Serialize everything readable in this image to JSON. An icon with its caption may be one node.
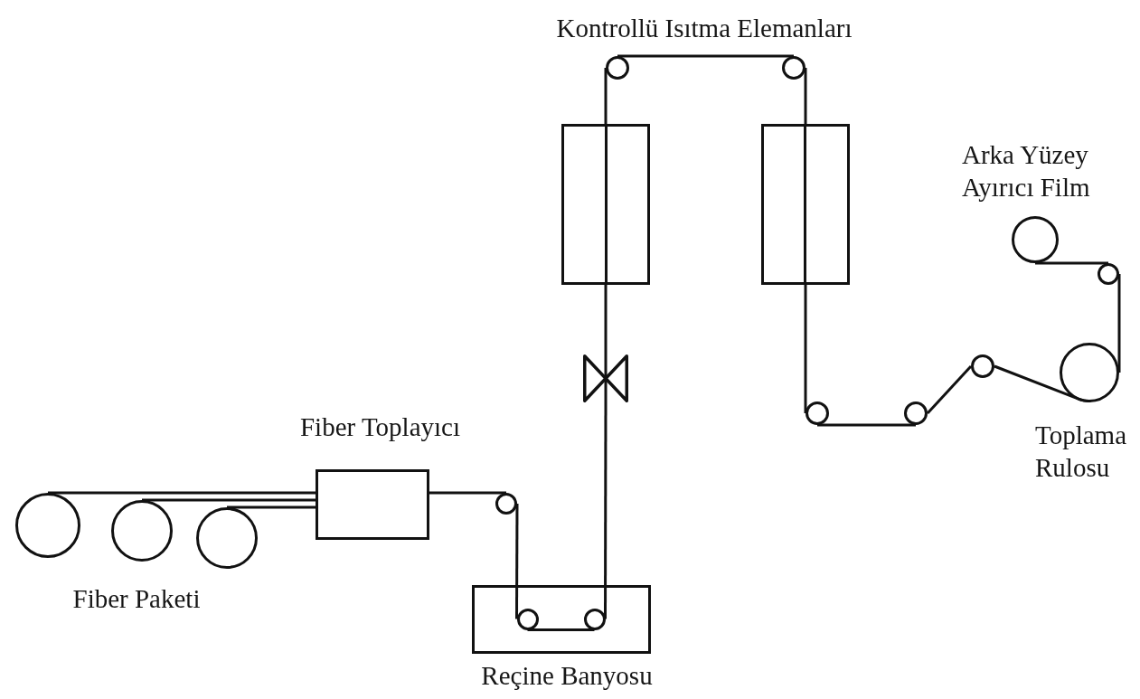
{
  "diagram": {
    "nodes": [
      {
        "text": [],
        "shape": "circle"
      },
      {
        "text": [],
        "shape": "circle"
      },
      {
        "text": [],
        "shape": "circle"
      },
      {
        "text": [
          "Fiber Toplayıcı"
        ]
      },
      {
        "text": [],
        "shape": "circle"
      },
      {
        "text": [
          "Reçine Banyosu"
        ]
      },
      {
        "text": [],
        "shape": "circle",
        "in": 5
      },
      {
        "text": [],
        "shape": "circle",
        "in": 5
      },
      {
        "text": [],
        "shape": "bowtie"
      },
      {
        "text": [],
        "shape": "box"
      },
      {
        "text": [],
        "shape": "circle"
      },
      {
        "text": [],
        "shape": "circle"
      },
      {
        "text": [],
        "shape": "box"
      },
      {
        "text": [],
        "shape": "circle"
      },
      {
        "text": [],
        "shape": "circle"
      },
      {
        "text": [],
        "shape": "circle"
      },
      {
        "text": [
          "Toplama Rulosu"
        ]
      },
      {
        "text": [
          "Arka Yüzey Ayırıcı Film"
        ]
      },
      {
        "text": [],
        "shape": "circle"
      }
    ],
    "edges": [
      {
        "from": 0,
        "to": 3,
        "arrow": "none"
      },
      {
        "from": 1,
        "to": 3,
        "arrow": "none"
      },
      {
        "from": 2,
        "to": 3,
        "arrow": "none"
      },
      {
        "from": 3,
        "to": 4,
        "arrow": "none"
      },
      {
        "from": 4,
        "to": 6,
        "arrow": "none"
      },
      {
        "from": 6,
        "to": 7,
        "arrow": "none"
      },
      {
        "from": 7,
        "to": 8,
        "arrow": "none"
      },
      {
        "from": 8,
        "to": 9,
        "arrow": "none"
      },
      {
        "from": 9,
        "to": 10,
        "arrow": "none"
      },
      {
        "from": 10,
        "to": 11,
        "arrow": "none"
      },
      {
        "from": 11,
        "to": 12,
        "arrow": "none"
      },
      {
        "from": 12,
        "to": 13,
        "arrow": "none"
      },
      {
        "from": 13,
        "to": 14,
        "arrow": "none"
      },
      {
        "from": 14,
        "to": 15,
        "arrow": "none"
      },
      {
        "from": 15,
        "to": 16,
        "arrow": "none"
      },
      {
        "from": 17,
        "to": 18,
        "arrow": "none"
      },
      {
        "from": 18,
        "to": 16,
        "arrow": "none"
      }
    ],
    "labels": [
      "Kontrollü Isıtma Elemanları",
      "Fiber Paketi"
    ]
  }
}
